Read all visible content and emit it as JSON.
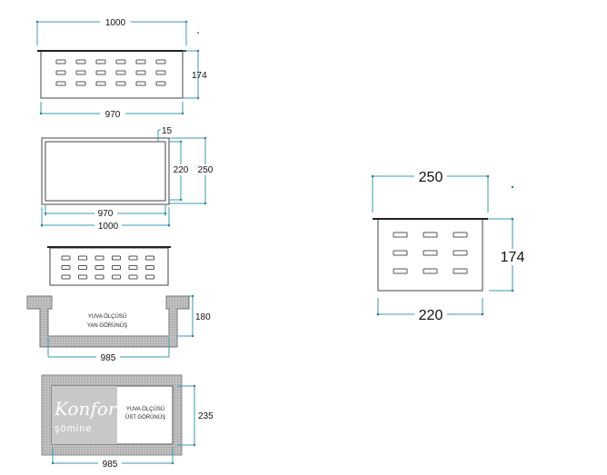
{
  "colors": {
    "dimension": "#3a9bb0",
    "outline": "#444444",
    "brick": "#b9b9b9",
    "watermark_bg": "#c8c8c8"
  },
  "figure_front_small": {
    "width_top": "1000",
    "height": "174",
    "width_bottom": "970"
  },
  "figure_top_view": {
    "rim": "15",
    "inner_height": "220",
    "outer_height": "250",
    "inner_width": "970",
    "outer_width": "1000"
  },
  "figure_side_niche": {
    "height": "180",
    "width": "985",
    "caption_line1": "YUVA ÖLÇÜSÜ",
    "caption_line2": "YAN GÖRÜNÜŞ"
  },
  "figure_top_niche": {
    "height": "235",
    "width": "985",
    "caption_line1": "YUVA ÖLÇÜSÜ",
    "caption_line2": "ÜST GÖRÜNÜŞ"
  },
  "figure_side_grille": {
    "width_top": "250",
    "height": "174",
    "width_bottom": "220"
  },
  "watermark": {
    "brand": "Konfor",
    "subtitle": "şömine"
  }
}
